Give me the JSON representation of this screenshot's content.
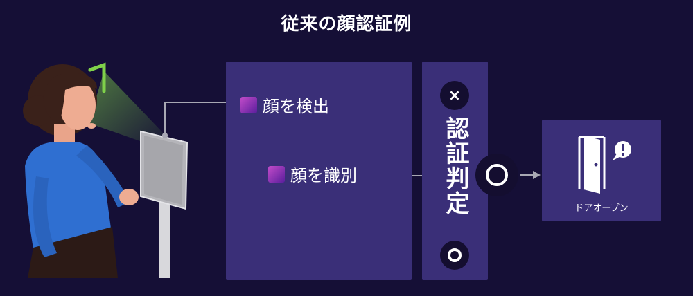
{
  "title": "従来の顔認証例",
  "steps": {
    "detect": "顔を検出",
    "identify": "顔を識別"
  },
  "judge": {
    "label": "認証判定",
    "fail_mark": "×",
    "pass_mark_shape": "circle"
  },
  "result": {
    "label": "ドアオープン",
    "door_icon": "door-open-icon",
    "alert_icon": "exclamation-bubble-icon"
  },
  "colors": {
    "background": "#150f36",
    "panel": "#3a2f78",
    "step_marker": "#9b3dc4",
    "connector": "#a8a8b4",
    "camera_beam": "#7fd14a"
  }
}
